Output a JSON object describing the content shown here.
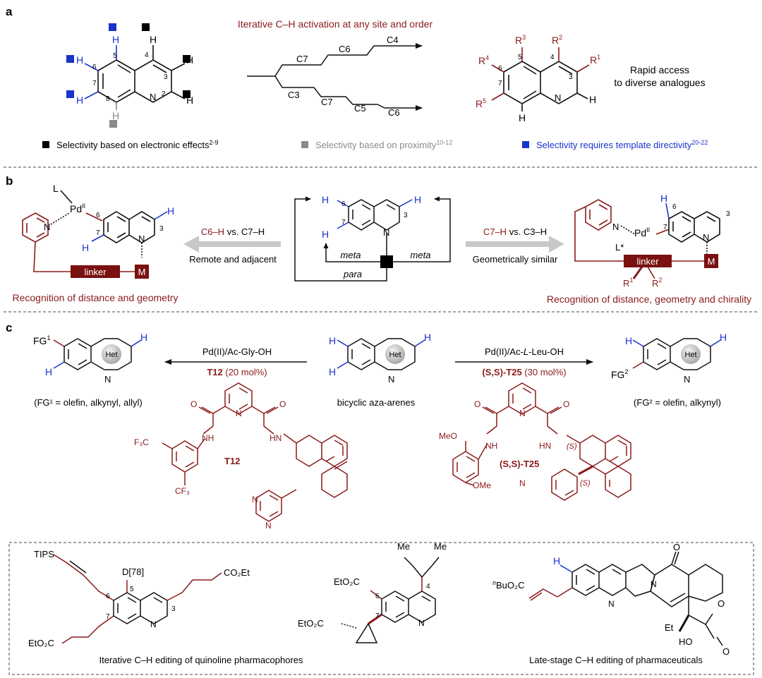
{
  "panel_a": {
    "label": "a",
    "title": "Iterative C–H activation at any site and order",
    "atoms": {
      "h": "H",
      "n": "N",
      "pos2": "2",
      "pos3": "3",
      "pos4": "4",
      "pos5": "5",
      "pos6": "6",
      "pos7": "7",
      "pos8": "8"
    },
    "pathway_upper": [
      "C7",
      "C6",
      "C4"
    ],
    "pathway_lower": [
      "C3",
      "C7",
      "C5",
      "C6"
    ],
    "product_subs": {
      "r1": "R",
      "r1_sup": "1",
      "r2": "R",
      "r2_sup": "2",
      "r3": "R",
      "r3_sup": "3",
      "r4": "R",
      "r4_sup": "4",
      "r5": "R",
      "r5_sup": "5"
    },
    "rapid_access_line1": "Rapid access",
    "rapid_access_line2": "to diverse analogues",
    "legend": [
      {
        "text": "Selectivity based on electronic effects",
        "sup": "2-9",
        "color": "#000000"
      },
      {
        "text": "Selectivity based on proximity",
        "sup": "10-12",
        "color": "#8a8a8a"
      },
      {
        "text": "Selectivity requires template directivity",
        "sup": "20-22",
        "color": "#1a33cc"
      }
    ]
  },
  "panel_b": {
    "label": "b",
    "left_pd": "Pd",
    "left_pd_sup": "II",
    "left_l": "L",
    "linker": "linker",
    "metal": "M",
    "left_caption": "Recognition of distance and geometry",
    "arrow_left_red": "C6–H",
    "arrow_left_rest": " vs. C7–H",
    "arrow_left_sub": "Remote and adjacent",
    "center_meta_left": "meta",
    "center_meta_right": "meta",
    "center_para": "para",
    "arrow_right_red": "C7–H",
    "arrow_right_rest": " vs. C3–H",
    "arrow_right_sub": "Geometrically similar",
    "right_l_star": "L*",
    "right_r1": "R",
    "right_r1_sup": "1",
    "right_r2": "R",
    "right_r2_sup": "2",
    "right_caption": "Recognition of distance, geometry and chirality"
  },
  "panel_c": {
    "label": "c",
    "het": "Het",
    "left_fg": "FG",
    "left_fg_sup": "1",
    "left_note": "(FG¹ = olefin, alkynyl, allyl)",
    "left_conditions": "Pd(II)/Ac-Gly-OH",
    "left_template_bold": "T12",
    "left_template_rest": " (20 mol%)",
    "center_caption": "bicyclic aza-arenes",
    "right_conditions_pre": "Pd(II)/Ac-",
    "right_conditions_italic": "L",
    "right_conditions_post": "-Leu-OH",
    "right_template_bold": "(S,S)-T25",
    "right_template_rest": " (30 mol%)",
    "right_fg": "FG",
    "right_fg_sup": "2",
    "right_note": "(FG² = olefin, alkynyl)",
    "t12_cf3_top": "F₃C",
    "t12_cf3_bottom": "CF₃",
    "t12_nh1": "NH",
    "t12_nh2": "HN",
    "t12_label": "T12",
    "t25_ome_top": "MeO",
    "t25_ome_bottom": "OMe",
    "t25_nh1": "NH",
    "t25_nh2": "HN",
    "t25_s": "(S)",
    "t25_label": "(S,S)-T25"
  },
  "panel_d": {
    "tips": "TIPS",
    "d_label": "D",
    "ref": "[78]",
    "co2et_right": "CO₂Et",
    "eto2c_left": "EtO₂C",
    "eto2c_mid1": "EtO₂C",
    "eto2c_mid2": "EtO₂C",
    "me": "Me",
    "et": "Et",
    "ho": "HO",
    "o": "O",
    "nbu": "BuO₂C",
    "nbu_pre": "n",
    "caption_left": "Iterative C–H editing of quinoline pharmacophores",
    "caption_right": "Late-stage C–H editing of pharmaceuticals"
  },
  "colors": {
    "red": "#8b1a1a",
    "blue": "#1a33cc",
    "grey": "#8a8a8a",
    "black": "#000000"
  }
}
